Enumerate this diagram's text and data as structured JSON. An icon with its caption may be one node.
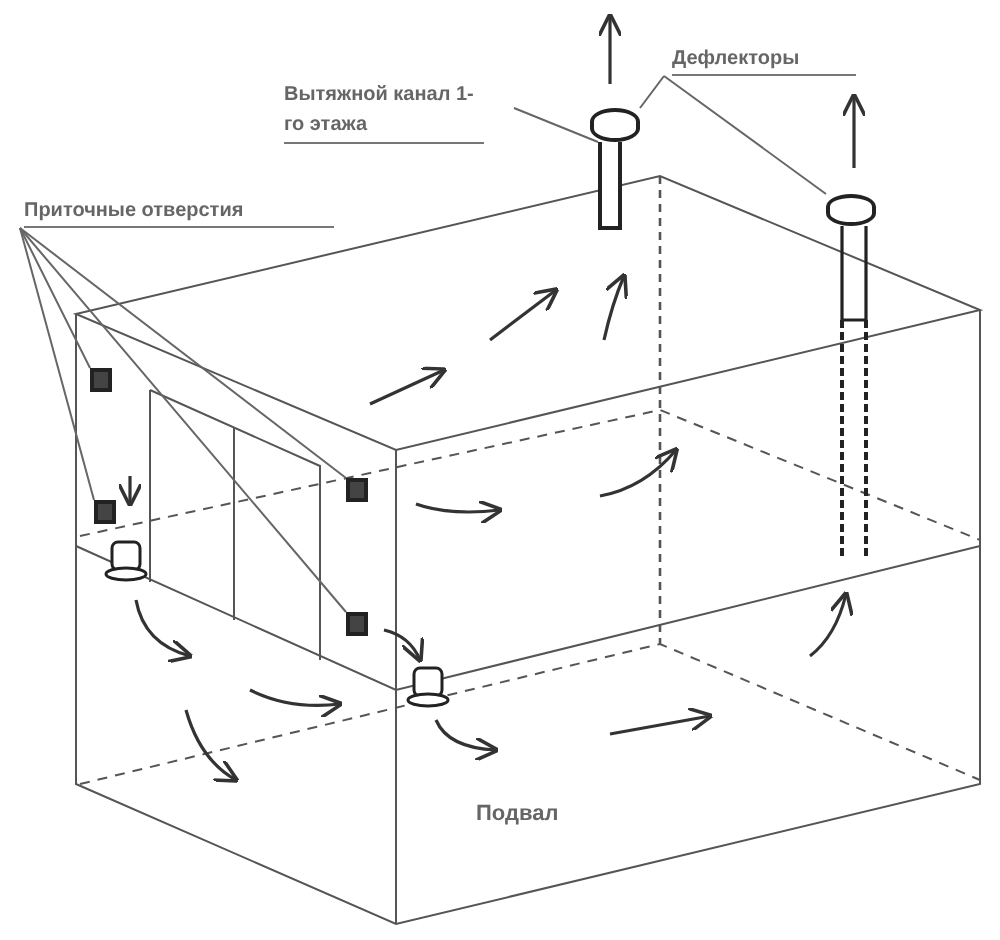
{
  "diagram": {
    "nodes": [
      {
        "text": [
          "Приточные отверстия"
        ]
      },
      {
        "text": [
          "Вытяжной канал 1-го этажа"
        ]
      },
      {
        "text": [
          "Дефлекторы"
        ]
      },
      {
        "text": [],
        "shape": "box"
      },
      {
        "text": [],
        "shape": "box"
      },
      {
        "text": [],
        "shape": "box"
      },
      {
        "text": [],
        "shape": "box"
      },
      {
        "text": [],
        "shape": "cylinder"
      },
      {
        "text": [],
        "shape": "cylinder"
      },
      {
        "text": [],
        "shape": "bar"
      }
    ],
    "edges": [
      {
        "from": 0,
        "to": 3,
        "arrow": "none"
      },
      {
        "from": 0,
        "to": 4,
        "arrow": "none"
      },
      {
        "from": 0,
        "to": 5,
        "arrow": "none"
      },
      {
        "from": 0,
        "to": 6,
        "arrow": "none"
      },
      {
        "from": 1,
        "to": 9,
        "arrow": "none"
      },
      {
        "from": 2,
        "to": 7,
        "arrow": "none"
      },
      {
        "from": 2,
        "to": 8,
        "arrow": "none"
      }
    ],
    "labels": [
      "Подвал"
    ]
  }
}
